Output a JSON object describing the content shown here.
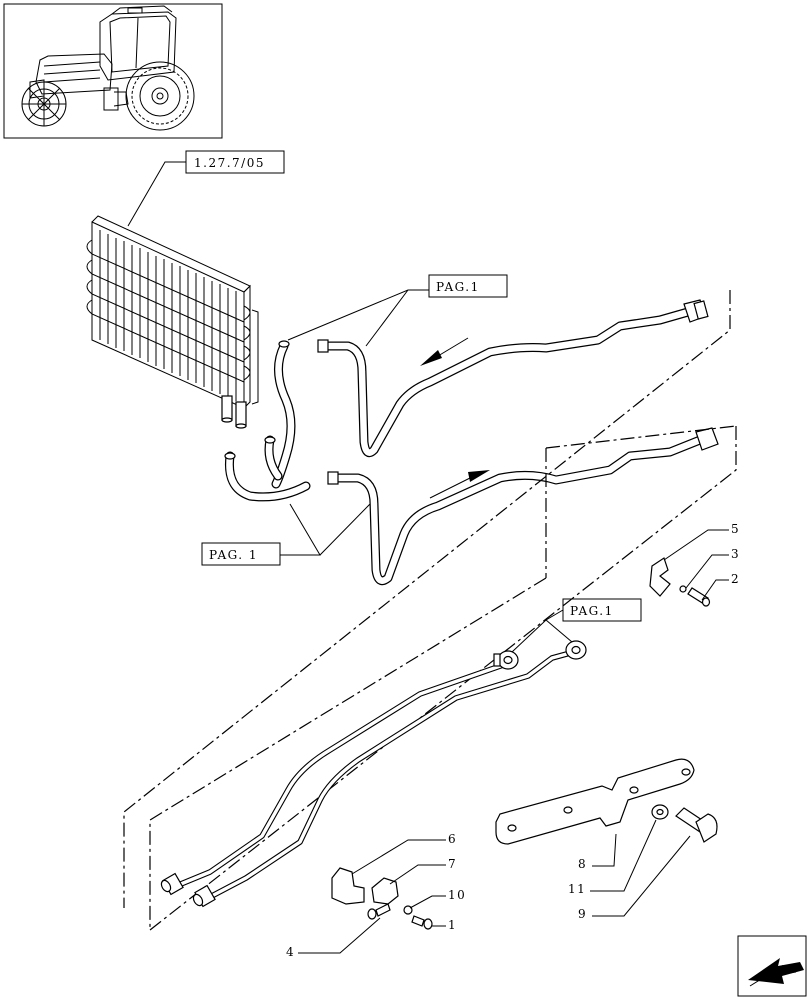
{
  "refs": {
    "group_ref": "1.27.7/05",
    "pag_a": "PAG.1",
    "pag_b": "PAG. 1",
    "pag_c": "PAG.1"
  },
  "callouts": {
    "n1": "1",
    "n2": "2",
    "n3": "3",
    "n4": "4",
    "n5": "5",
    "n6": "6",
    "n7": "7",
    "n8": "8",
    "n9": "9",
    "n10": "10",
    "n11": "11"
  },
  "icons": {
    "thumbnail": "tractor-icon",
    "nav": "next-page-arrow-icon"
  }
}
